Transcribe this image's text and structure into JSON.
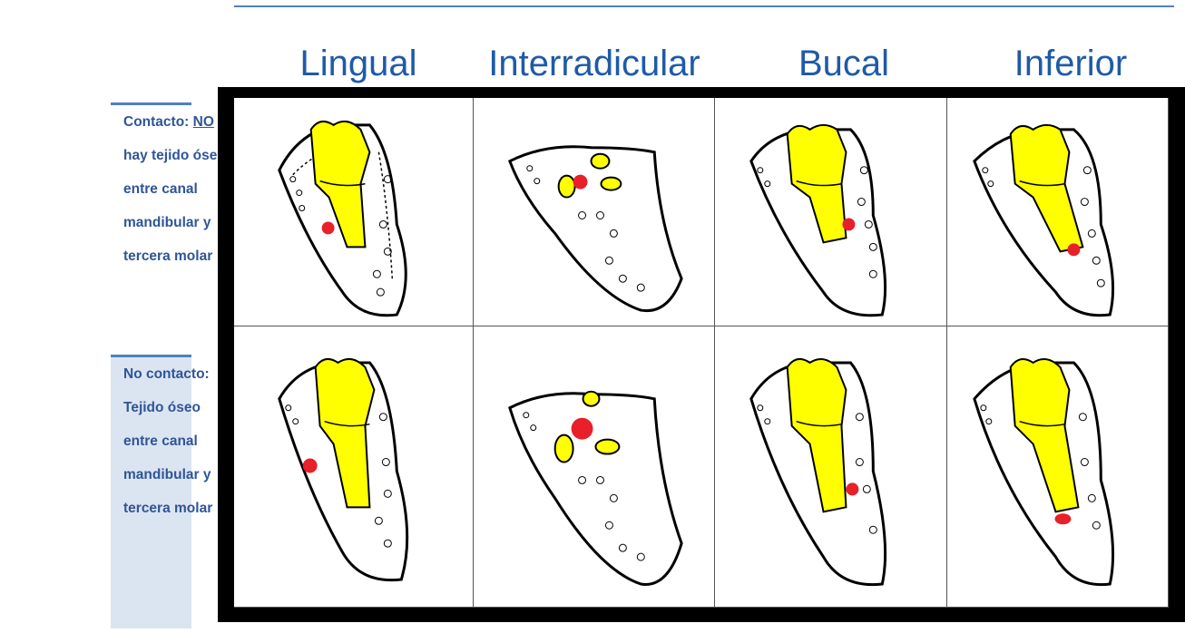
{
  "columns": [
    "Lingual",
    "Interradicular",
    "Bucal",
    "Inferior"
  ],
  "rows": {
    "contact": {
      "lines": [
        "Contacto: ",
        "NO",
        "hay tejido óseo",
        "entre canal",
        "mandibular y",
        "tercera molar"
      ]
    },
    "no_contact": {
      "lines": [
        "No contacto:",
        "Tejido óseo",
        "entre canal",
        "mandibular y",
        "tercera molar"
      ]
    }
  },
  "colors": {
    "header_text": "#1f5aa8",
    "side_text": "#2f5597",
    "accent_rule": "#4f81bd",
    "shaded_box": "#dbe4f1",
    "tooth_fill": "#ffff00",
    "canal_fill": "#e8202a",
    "frame": "#000000"
  },
  "icons": [
    "tooth-icon",
    "mandibular-canal-icon",
    "root-cross-section-icon"
  ]
}
